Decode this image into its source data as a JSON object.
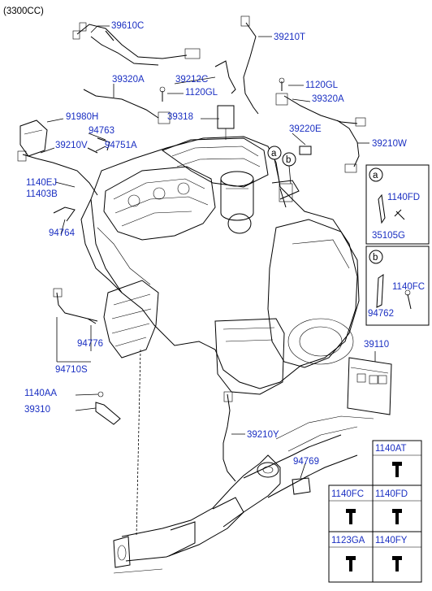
{
  "header": {
    "variant": "(3300CC)"
  },
  "parts": {
    "p39610C": "39610C",
    "p39210T": "39210T",
    "p39320A_top": "39320A",
    "p39212C": "39212C",
    "p1120GL_a": "1120GL",
    "p1120GL_b": "1120GL",
    "p39320A_right": "39320A",
    "p91980H": "91980H",
    "p39318": "39318",
    "p94763": "94763",
    "p39220E": "39220E",
    "p39210V": "39210V",
    "p94751A": "94751A",
    "p39210W": "39210W",
    "p1140EJ": "1140EJ",
    "p11403B": "11403B",
    "p94764": "94764",
    "p94776": "94776",
    "p94710S": "94710S",
    "p39110": "39110",
    "p1140AA": "1140AA",
    "p39310": "39310",
    "p39210Y": "39210Y",
    "p94769": "94769"
  },
  "callouts": {
    "a": "a",
    "b": "b"
  },
  "detail_a": {
    "letter": "a",
    "parts": [
      "1140FD",
      "35105G"
    ]
  },
  "detail_b": {
    "letter": "b",
    "parts": [
      "1140FC",
      "94762"
    ]
  },
  "fastener_table": [
    {
      "code": "1140AT"
    },
    {
      "code": "1140FC"
    },
    {
      "code": "1140FD"
    },
    {
      "code": "1123GA"
    },
    {
      "code": "1140FY"
    }
  ],
  "colors": {
    "part_number": "#1a2fc2",
    "line": "#000000"
  }
}
